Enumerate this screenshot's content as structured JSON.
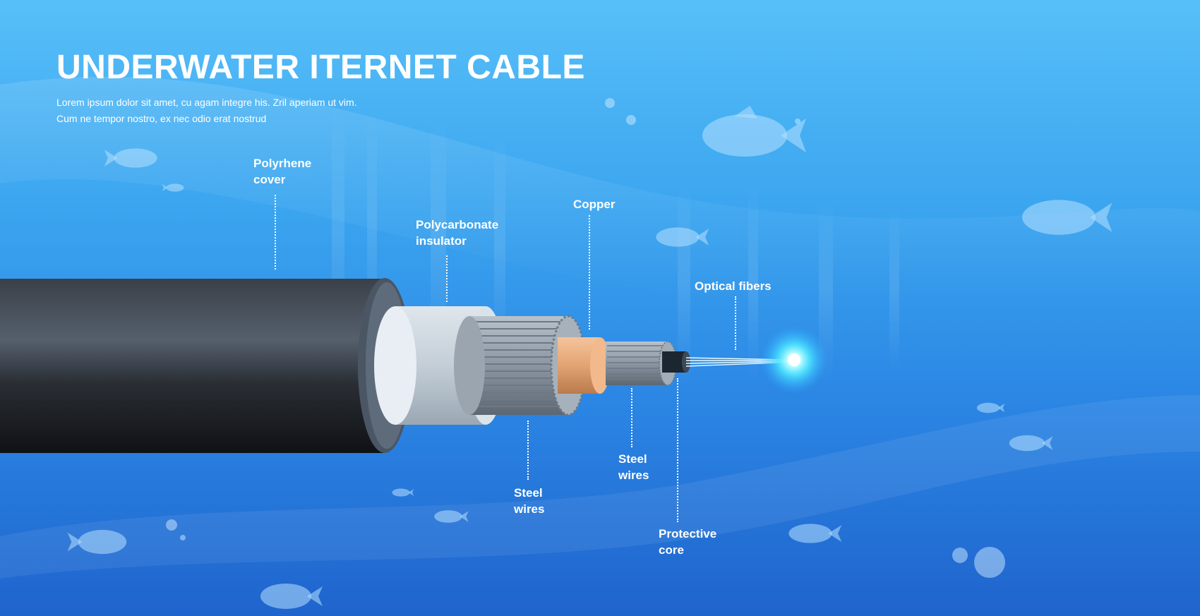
{
  "header": {
    "title": "UNDERWATER ITERNET CABLE",
    "subtitle_line1": "Lorem ipsum dolor sit amet, cu agam integre his. Zril aperiam ut vim.",
    "subtitle_line2": "Cum ne tempor nostro, ex nec odio erat nostrud"
  },
  "labels": {
    "polyrhene_cover": {
      "line1": "Polyrhene",
      "line2": "cover"
    },
    "polycarbonate_insulator": {
      "line1": "Polycarbonate",
      "line2": "insulator"
    },
    "copper": {
      "line1": "Copper"
    },
    "optical_fibers": {
      "line1": "Optical fibers"
    },
    "steel_wires_outer": {
      "line1": "Steel",
      "line2": "wires"
    },
    "steel_wires_inner": {
      "line1": "Steel",
      "line2": "wires"
    },
    "protective_core": {
      "line1": "Protective",
      "line2": "core"
    }
  },
  "colors": {
    "background_top": "#57bff8",
    "background_bottom": "#1f64cd",
    "cable_sheath": "#2b2f36",
    "insulator": "#c9d3dc",
    "steel": "#8e98a3",
    "copper": "#e7a877",
    "fiber_glow": "#5ff0ff"
  }
}
